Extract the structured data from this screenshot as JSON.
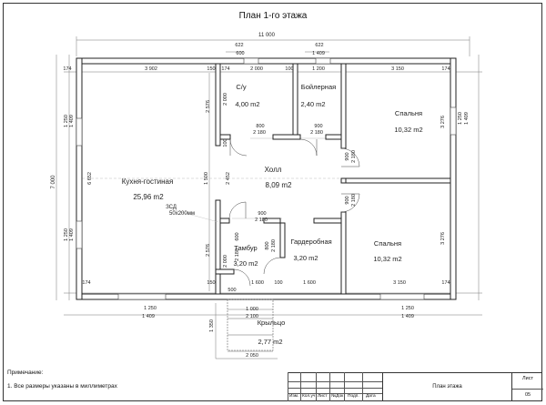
{
  "title": "План 1-го этажа",
  "rooms": [
    {
      "name": "С/у",
      "area": "4,00 m2"
    },
    {
      "name": "Бойлерная",
      "area": "2,40 m2"
    },
    {
      "name": "Спальня",
      "area": "10,32 m2"
    },
    {
      "name": "Кухня-гостиная",
      "area": "25,96 m2"
    },
    {
      "name": "Холл",
      "area": "8,09 m2"
    },
    {
      "name": "Тамбур",
      "area": "3,20 m2"
    },
    {
      "name": "Гардеробная",
      "area": "3,20 m2"
    },
    {
      "name": "Спальня",
      "area": "10,32 m2"
    },
    {
      "name": "Крыльцо",
      "area": "2,77 m2"
    }
  ],
  "dims": {
    "overall_width": "11 000",
    "overall_depth": "7 000",
    "top_segments": [
      "174",
      "3 902",
      "150",
      "174",
      "2 000",
      "100",
      "1 200",
      "3 150",
      "174"
    ],
    "top_window_1": [
      "622",
      "600"
    ],
    "top_window_2": [
      "622",
      "1 409"
    ],
    "bottom_segments": [
      "174",
      "150",
      "1 600",
      "100",
      "1 600",
      "3 150",
      "174"
    ],
    "bottom_window_left": [
      "1 250",
      "1 409"
    ],
    "bottom_window_right": [
      "1 250",
      "1 409"
    ],
    "porch_width_a": "1 000",
    "porch_width_b": "2 100",
    "porch_depth": "1 350",
    "porch_overall": "2 050",
    "entry_offset": "500",
    "left_window_top": [
      "1 250",
      "1 409"
    ],
    "left_window_bottom": [
      "1 250",
      "1 409"
    ],
    "left_depth": "6 652",
    "right_window": [
      "1 250",
      "1 409"
    ],
    "right_depth_top": "3 276",
    "right_depth_bottom": "3 276",
    "wc_depth": "2 576",
    "kitchen_partition": "1 500",
    "hall_depth": "2 452",
    "tambur_depth": "2 576",
    "wc_inner": "2 000",
    "tambur_inner": "2 000",
    "door_wc": [
      "800",
      "2 180"
    ],
    "door_boiler": [
      "900",
      "2 180"
    ],
    "door_bed1": [
      "900",
      "2 180"
    ],
    "door_bed2": [
      "900",
      "2 180"
    ],
    "door_tambur": [
      "900",
      "2 180"
    ],
    "door_wardrobe": [
      "800",
      "2 180"
    ],
    "door_entry": "600",
    "door_entry_h": "2 180",
    "small_100": "100"
  },
  "annotation": {
    "line1": "ЗСД",
    "line2": "50x200мм"
  },
  "notes": {
    "title": "Примечание:",
    "item1": "1. Все размеры указаны в миллиметрах"
  },
  "stamp": {
    "cols": [
      "Изм.",
      "Кол.уч",
      "Лист",
      "№Док",
      "Подп.",
      "Дата"
    ],
    "sheet_title": "План этажа",
    "sheet_label": "Лист",
    "sheet_number": "05"
  }
}
